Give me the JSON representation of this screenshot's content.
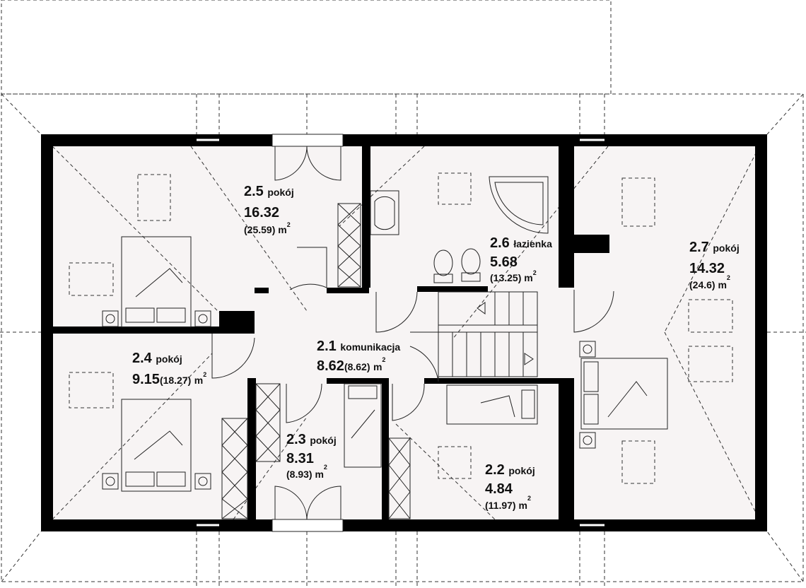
{
  "rooms": [
    {
      "id": "2.5",
      "name": "pokój",
      "area": "16.32",
      "area_total": "(25.59)",
      "unit": "m"
    },
    {
      "id": "2.6",
      "name": "łazienka",
      "area": "5.68",
      "area_total": "(13.25)",
      "unit": "m"
    },
    {
      "id": "2.7",
      "name": "pokój",
      "area": "14.32",
      "area_total": "(24.6)",
      "unit": "m"
    },
    {
      "id": "2.4",
      "name": "pokój",
      "area": "9.15",
      "area_total": "(18.27)",
      "unit": "m"
    },
    {
      "id": "2.1",
      "name": "komunikacja",
      "area": "8.62",
      "area_total": "(8.62)",
      "unit": "m"
    },
    {
      "id": "2.3",
      "name": "pokój",
      "area": "8.31",
      "area_total": "(8.93)",
      "unit": "m"
    },
    {
      "id": "2.2",
      "name": "pokój",
      "area": "4.84",
      "area_total": "(11.97)",
      "unit": "m"
    }
  ],
  "unit_exponent": "2",
  "colors": {
    "wall": "#000000",
    "floor": "#f7f4f4",
    "line": "#222222"
  },
  "icons": [
    "bed-icon",
    "nightstand-icon",
    "bathtub-icon",
    "toilet-icon",
    "sink-icon",
    "stairs-icon",
    "door-swing-icon",
    "window-icon",
    "wardrobe-icon"
  ]
}
